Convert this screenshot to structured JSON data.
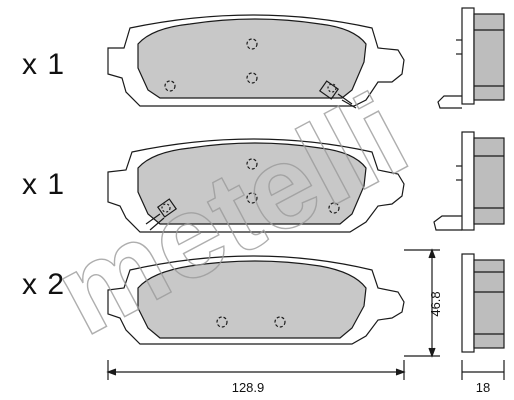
{
  "quantities": [
    "x 1",
    "x 1",
    "x 2"
  ],
  "dimensions": {
    "width": "128.9",
    "height": "46.8",
    "thickness": "18"
  },
  "watermark": "metelli",
  "colors": {
    "pad_fill": "#c8c8c8",
    "side_fill": "#bdbdbd",
    "stroke": "#1a1a1a"
  }
}
